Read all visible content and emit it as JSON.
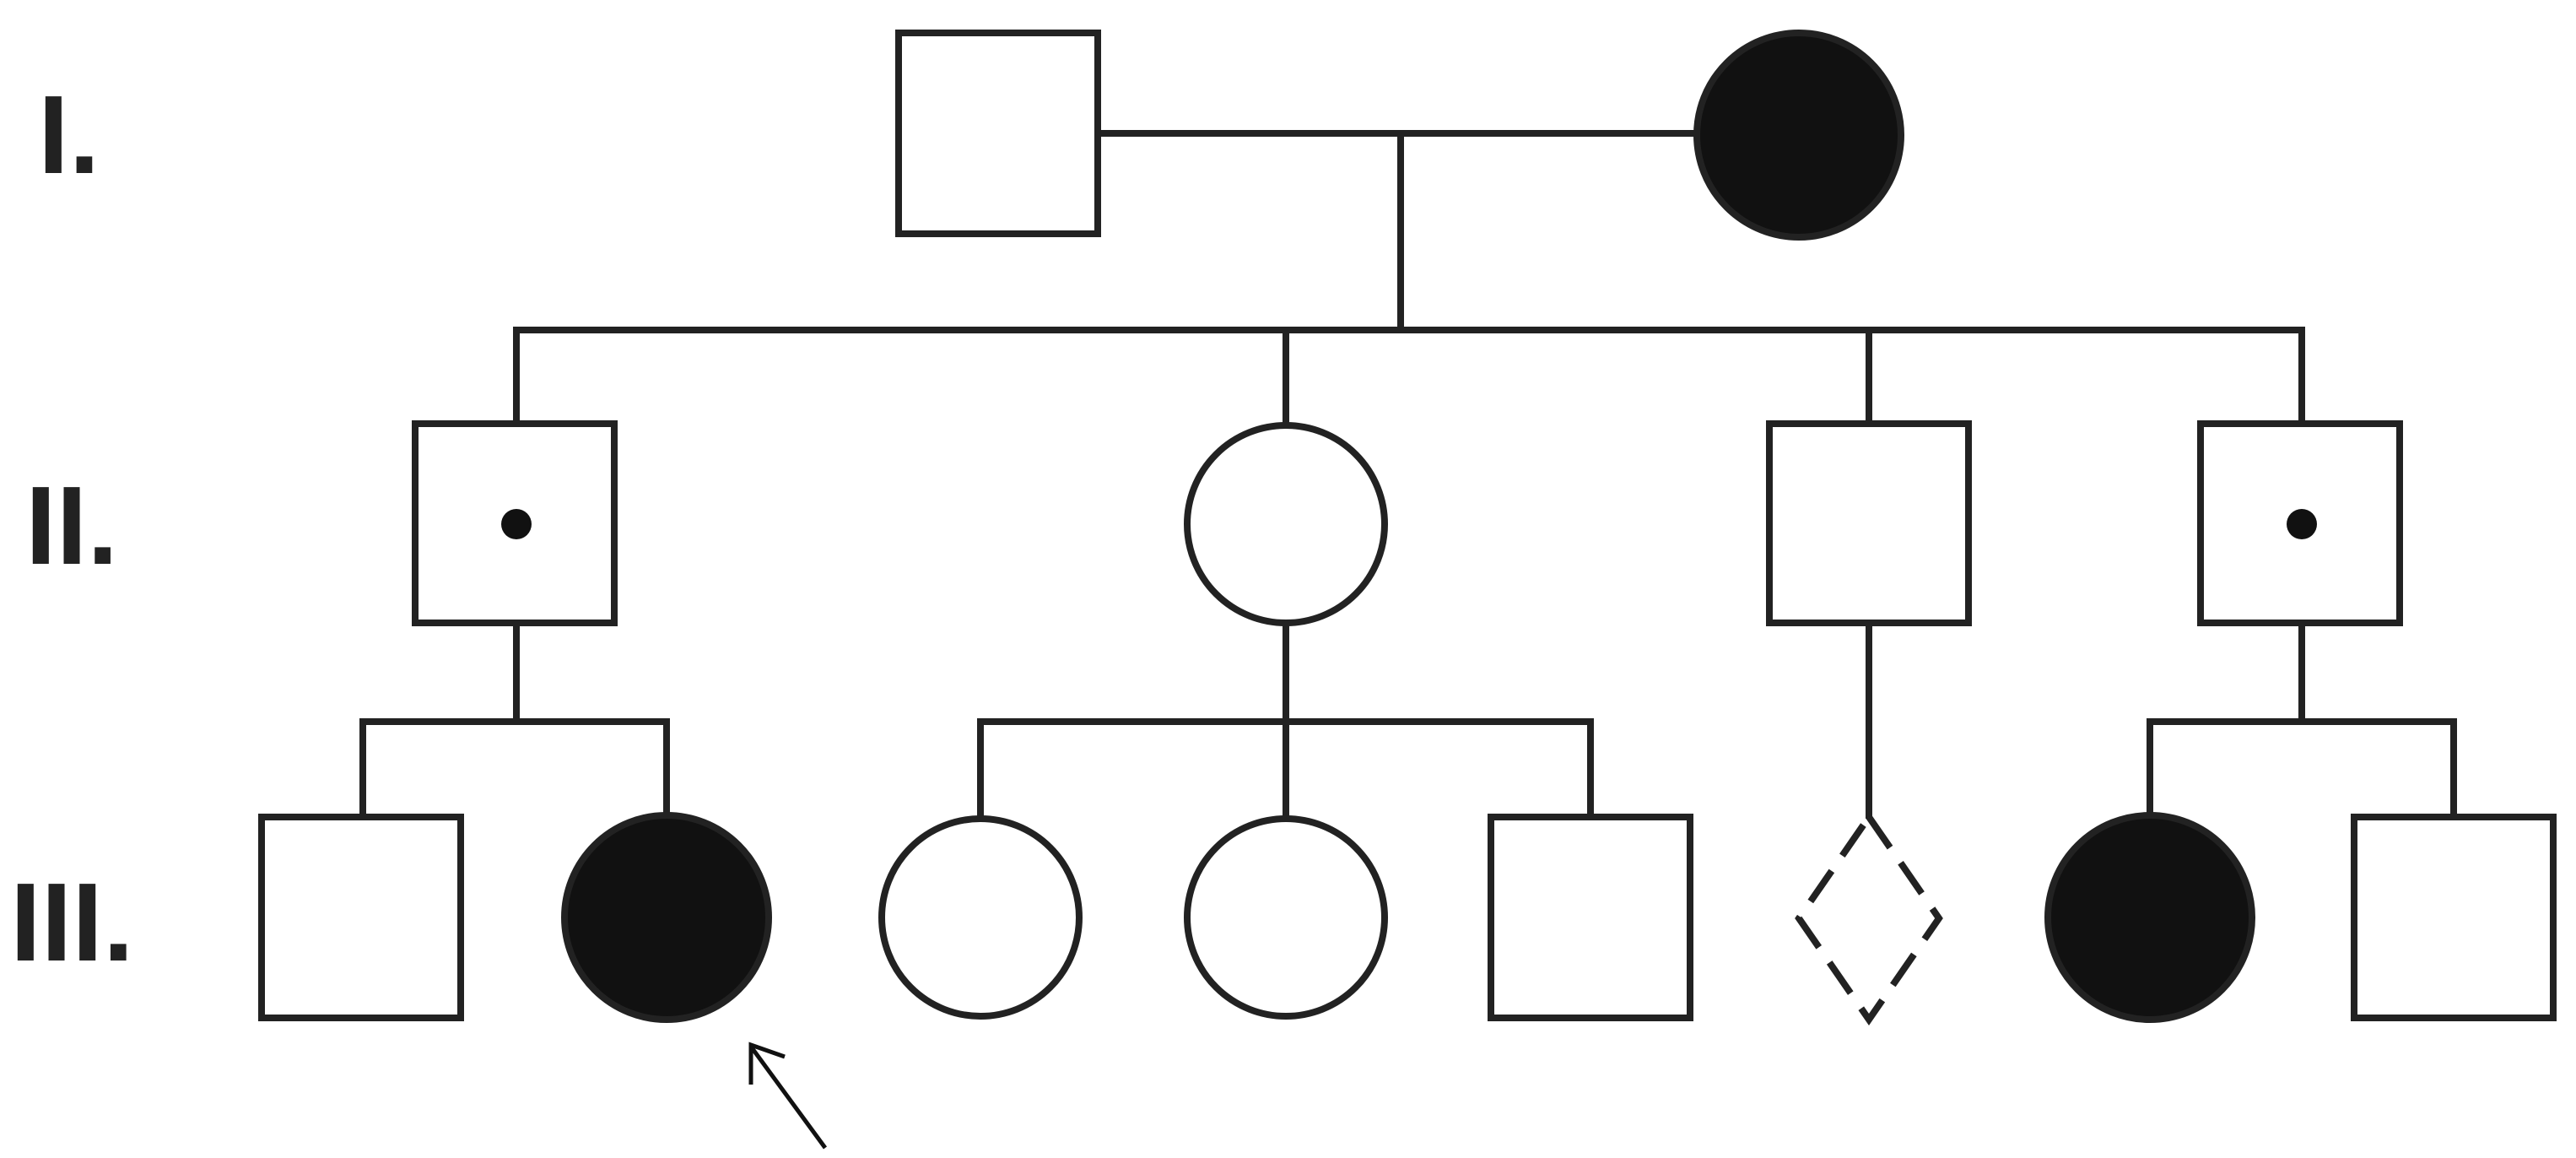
{
  "generations": [
    {
      "label": "I."
    },
    {
      "label": "II."
    },
    {
      "label": "III."
    }
  ],
  "colors": {
    "stroke": "#222222",
    "affected_fill": "#111111",
    "unaffected_fill": "#ffffff"
  },
  "individuals": [
    {
      "id": "I-1",
      "sex": "male",
      "status": "unaffected"
    },
    {
      "id": "I-2",
      "sex": "female",
      "status": "affected"
    },
    {
      "id": "II-1",
      "sex": "male",
      "status": "carrier"
    },
    {
      "id": "II-2",
      "sex": "female",
      "status": "unaffected"
    },
    {
      "id": "II-3",
      "sex": "male",
      "status": "unaffected"
    },
    {
      "id": "II-4",
      "sex": "male",
      "status": "carrier"
    },
    {
      "id": "III-1",
      "sex": "male",
      "status": "unaffected"
    },
    {
      "id": "III-2",
      "sex": "female",
      "status": "affected",
      "proband": true
    },
    {
      "id": "III-3",
      "sex": "female",
      "status": "unaffected"
    },
    {
      "id": "III-4",
      "sex": "female",
      "status": "unaffected"
    },
    {
      "id": "III-5",
      "sex": "male",
      "status": "unaffected"
    },
    {
      "id": "III-6",
      "sex": "unknown",
      "status": "unknown"
    },
    {
      "id": "III-7",
      "sex": "female",
      "status": "affected"
    },
    {
      "id": "III-8",
      "sex": "male",
      "status": "unaffected"
    }
  ]
}
